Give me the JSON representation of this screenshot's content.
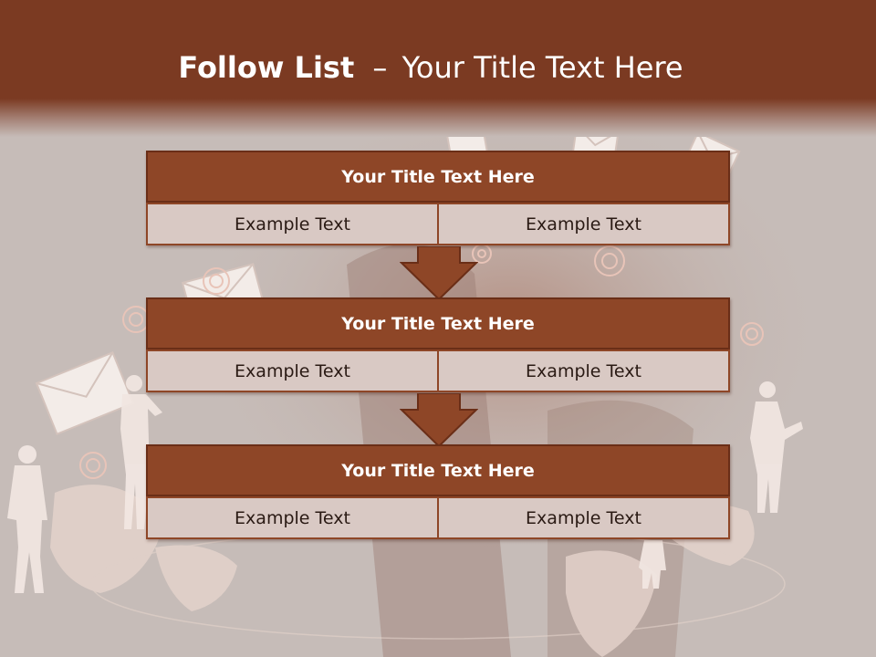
{
  "slide": {
    "title_bold": "Follow List",
    "title_dash": "–",
    "title_rest": "Your Title Text Here"
  },
  "colors": {
    "header": "#7b3a22",
    "background": "#c6bcb8",
    "box_title_fill": "#8e4627",
    "box_cell_fill": "#d9c9c4",
    "arrow": "#8e4627"
  },
  "steps": [
    {
      "title": "Your Title Text Here",
      "cells": [
        "Example Text",
        "Example Text"
      ]
    },
    {
      "title": "Your Title Text Here",
      "cells": [
        "Example Text",
        "Example Text"
      ]
    },
    {
      "title": "Your Title Text Here",
      "cells": [
        "Example Text",
        "Example Text"
      ]
    }
  ],
  "background_icons": [
    "envelope-icon",
    "person-silhouette-icon",
    "world-map-icon",
    "target-ring-icon"
  ]
}
